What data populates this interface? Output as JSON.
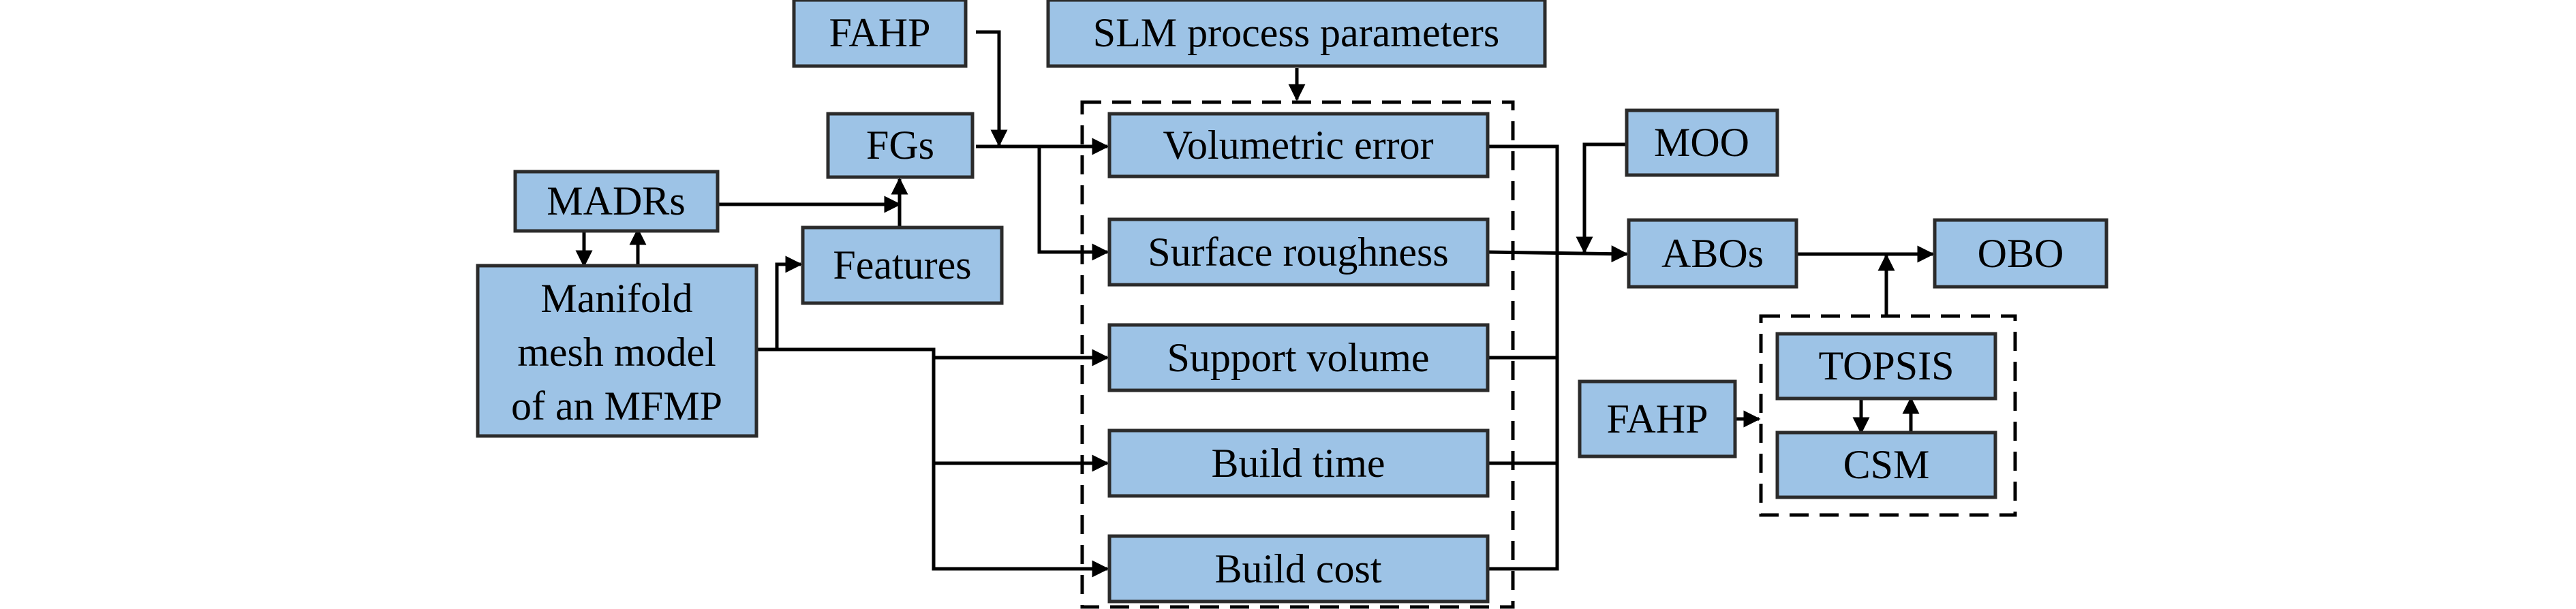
{
  "nodes": {
    "fahp_top": "FAHP",
    "slm_params": "SLM process parameters",
    "fgs": "FGs",
    "madrs": "MADRs",
    "features": "Features",
    "mesh_model": [
      "Manifold",
      "mesh model",
      "of an MFMP"
    ],
    "volumetric_error": "Volumetric error",
    "surface_roughness": "Surface roughness",
    "support_volume": "Support volume",
    "build_time": "Build time",
    "build_cost": "Build cost",
    "moo": "MOO",
    "abos": "ABOs",
    "obo": "OBO",
    "fahp_bottom": "FAHP",
    "topsis": "TOPSIS",
    "csm": "CSM"
  },
  "colors": {
    "box_fill": "#9dc3e6",
    "box_stroke": "#2b2b2b",
    "line": "#000000"
  }
}
